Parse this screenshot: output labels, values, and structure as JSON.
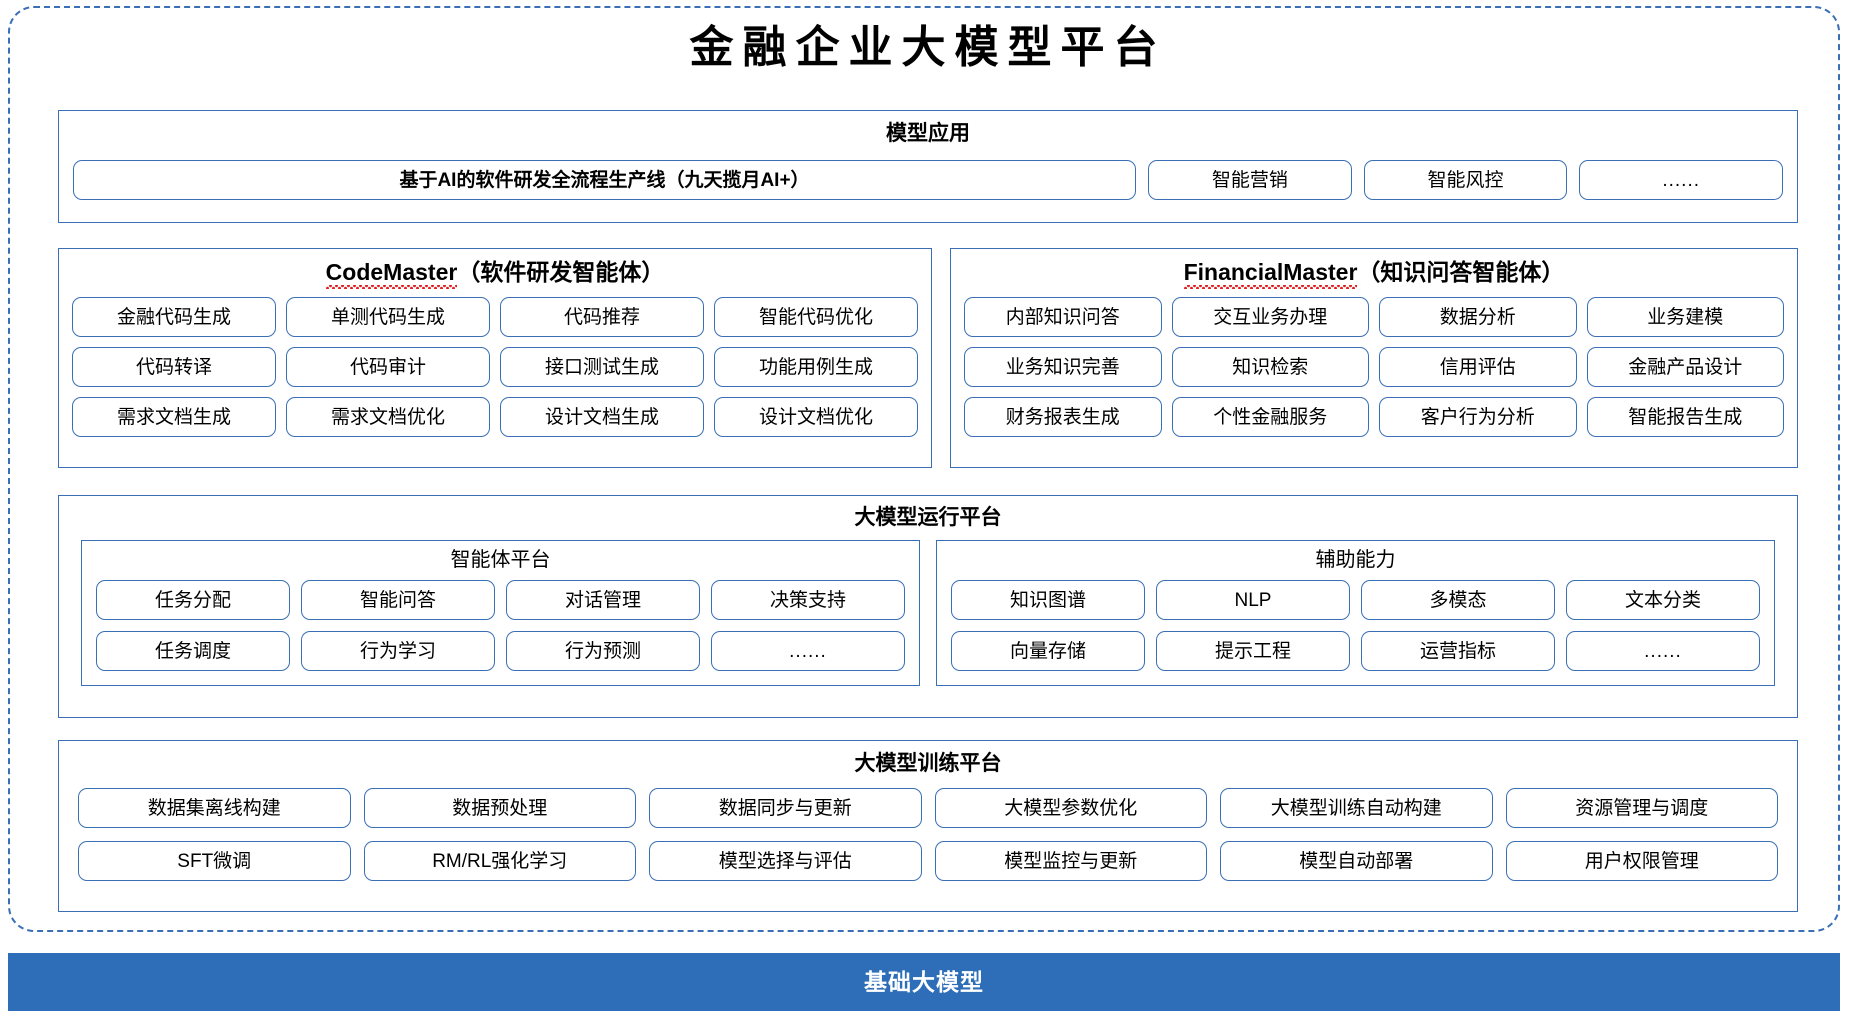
{
  "title": "金融企业大模型平台",
  "colors": {
    "border_blue": "#3a6fb5",
    "footer_blue": "#2e6eb8",
    "spellcheck_red": "#e02020",
    "text_black": "#000000",
    "background": "#ffffff"
  },
  "model_application": {
    "title": "模型应用",
    "items": [
      "基于AI的软件研发全流程生产线（九天揽月AI+）",
      "智能营销",
      "智能风控",
      "......"
    ]
  },
  "code_master": {
    "name_en": "CodeMaster",
    "name_cn": "（软件研发智能体）",
    "items": [
      "金融代码生成",
      "单测代码生成",
      "代码推荐",
      "智能代码优化",
      "代码转译",
      "代码审计",
      "接口测试生成",
      "功能用例生成",
      "需求文档生成",
      "需求文档优化",
      "设计文档生成",
      "设计文档优化"
    ]
  },
  "financial_master": {
    "name_en": "FinancialMaster",
    "name_cn": "（知识问答智能体）",
    "items": [
      "内部知识问答",
      "交互业务办理",
      "数据分析",
      "业务建模",
      "业务知识完善",
      "知识检索",
      "信用评估",
      "金融产品设计",
      "财务报表生成",
      "个性金融服务",
      "客户行为分析",
      "智能报告生成"
    ]
  },
  "runtime_platform": {
    "title": "大模型运行平台",
    "agent_platform": {
      "title": "智能体平台",
      "items": [
        "任务分配",
        "智能问答",
        "对话管理",
        "决策支持",
        "任务调度",
        "行为学习",
        "行为预测",
        "......"
      ]
    },
    "auxiliary_capability": {
      "title": "辅助能力",
      "items": [
        "知识图谱",
        "NLP",
        "多模态",
        "文本分类",
        "向量存储",
        "提示工程",
        "运营指标",
        "......"
      ]
    }
  },
  "training_platform": {
    "title": "大模型训练平台",
    "items": [
      "数据集离线构建",
      "数据预处理",
      "数据同步与更新",
      "大模型参数优化",
      "大模型训练自动构建",
      "资源管理与调度",
      "SFT微调",
      "RM/RL强化学习",
      "模型选择与评估",
      "模型监控与更新",
      "模型自动部署",
      "用户权限管理"
    ]
  },
  "footer": {
    "label": "基础大模型"
  }
}
